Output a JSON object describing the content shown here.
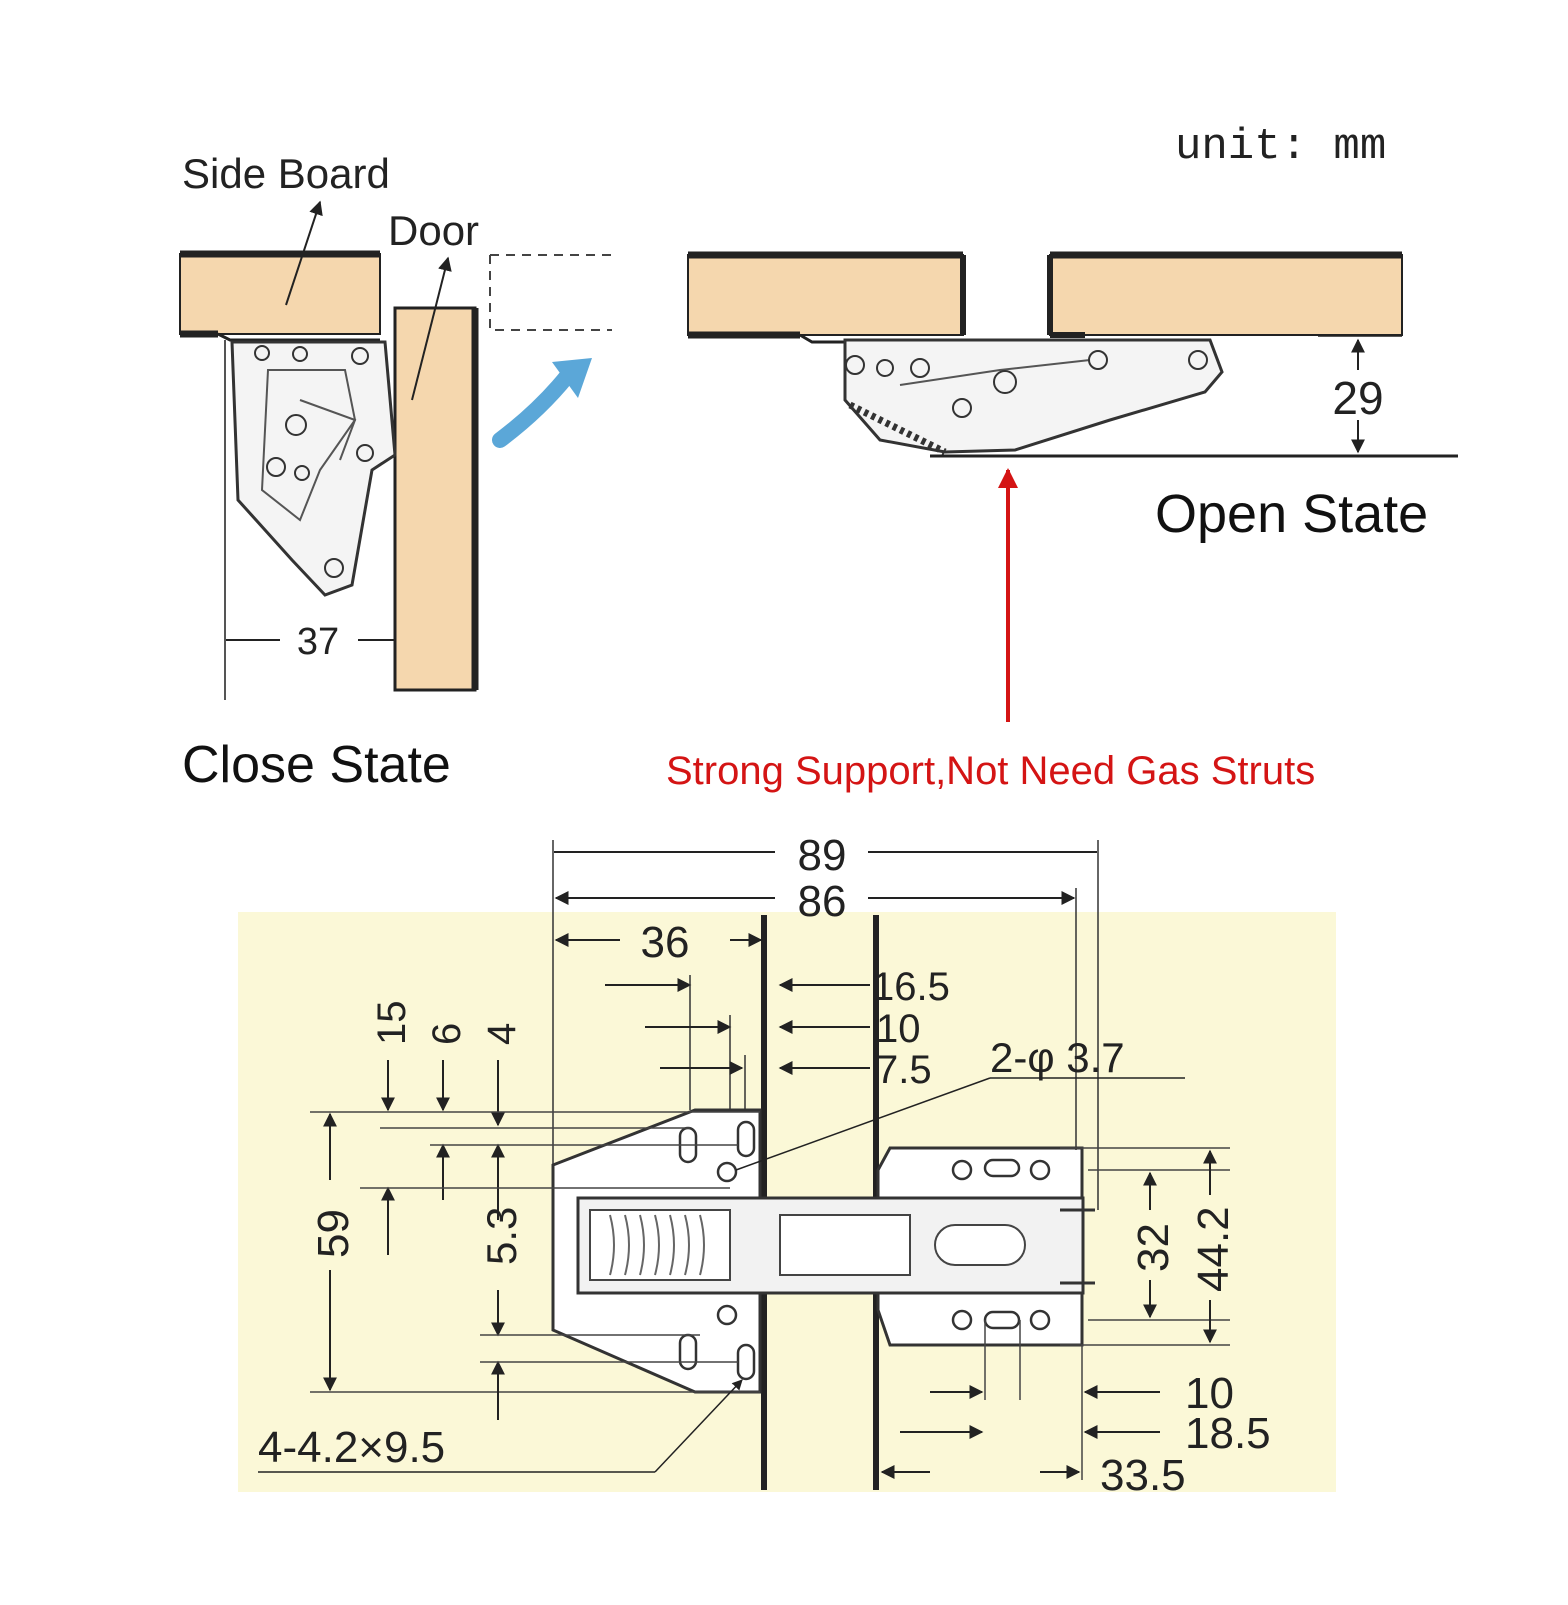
{
  "unit_label": "unit:  mm",
  "close_state": {
    "title": "Close State",
    "side_board_label": "Side Board",
    "door_label": "Door",
    "dim_37": "37"
  },
  "open_state": {
    "title": "Open State",
    "dim_29": "29"
  },
  "callout": "Strong Support,Not Need Gas Struts",
  "dimensions": {
    "d89": "89",
    "d86": "86",
    "d36": "36",
    "d16_5": "16.5",
    "d10a": "10",
    "d7_5": "7.5",
    "d15": "15",
    "d6": "6",
    "d4": "4",
    "hole2": "2-φ 3.7",
    "d59": "59",
    "d5_3": "5.3",
    "d32": "32",
    "d44_2": "44.2",
    "d10b": "10",
    "d18_5": "18.5",
    "d33_5": "33.5",
    "slot": "4-4.2×9.5"
  },
  "colors": {
    "wood": "#f5d7ae",
    "callout_red": "#d41414",
    "arrow_blue": "#5ba7d8",
    "panel_bg": "#fbf8d7",
    "metal": "#f2f2f2",
    "line": "#222222"
  }
}
